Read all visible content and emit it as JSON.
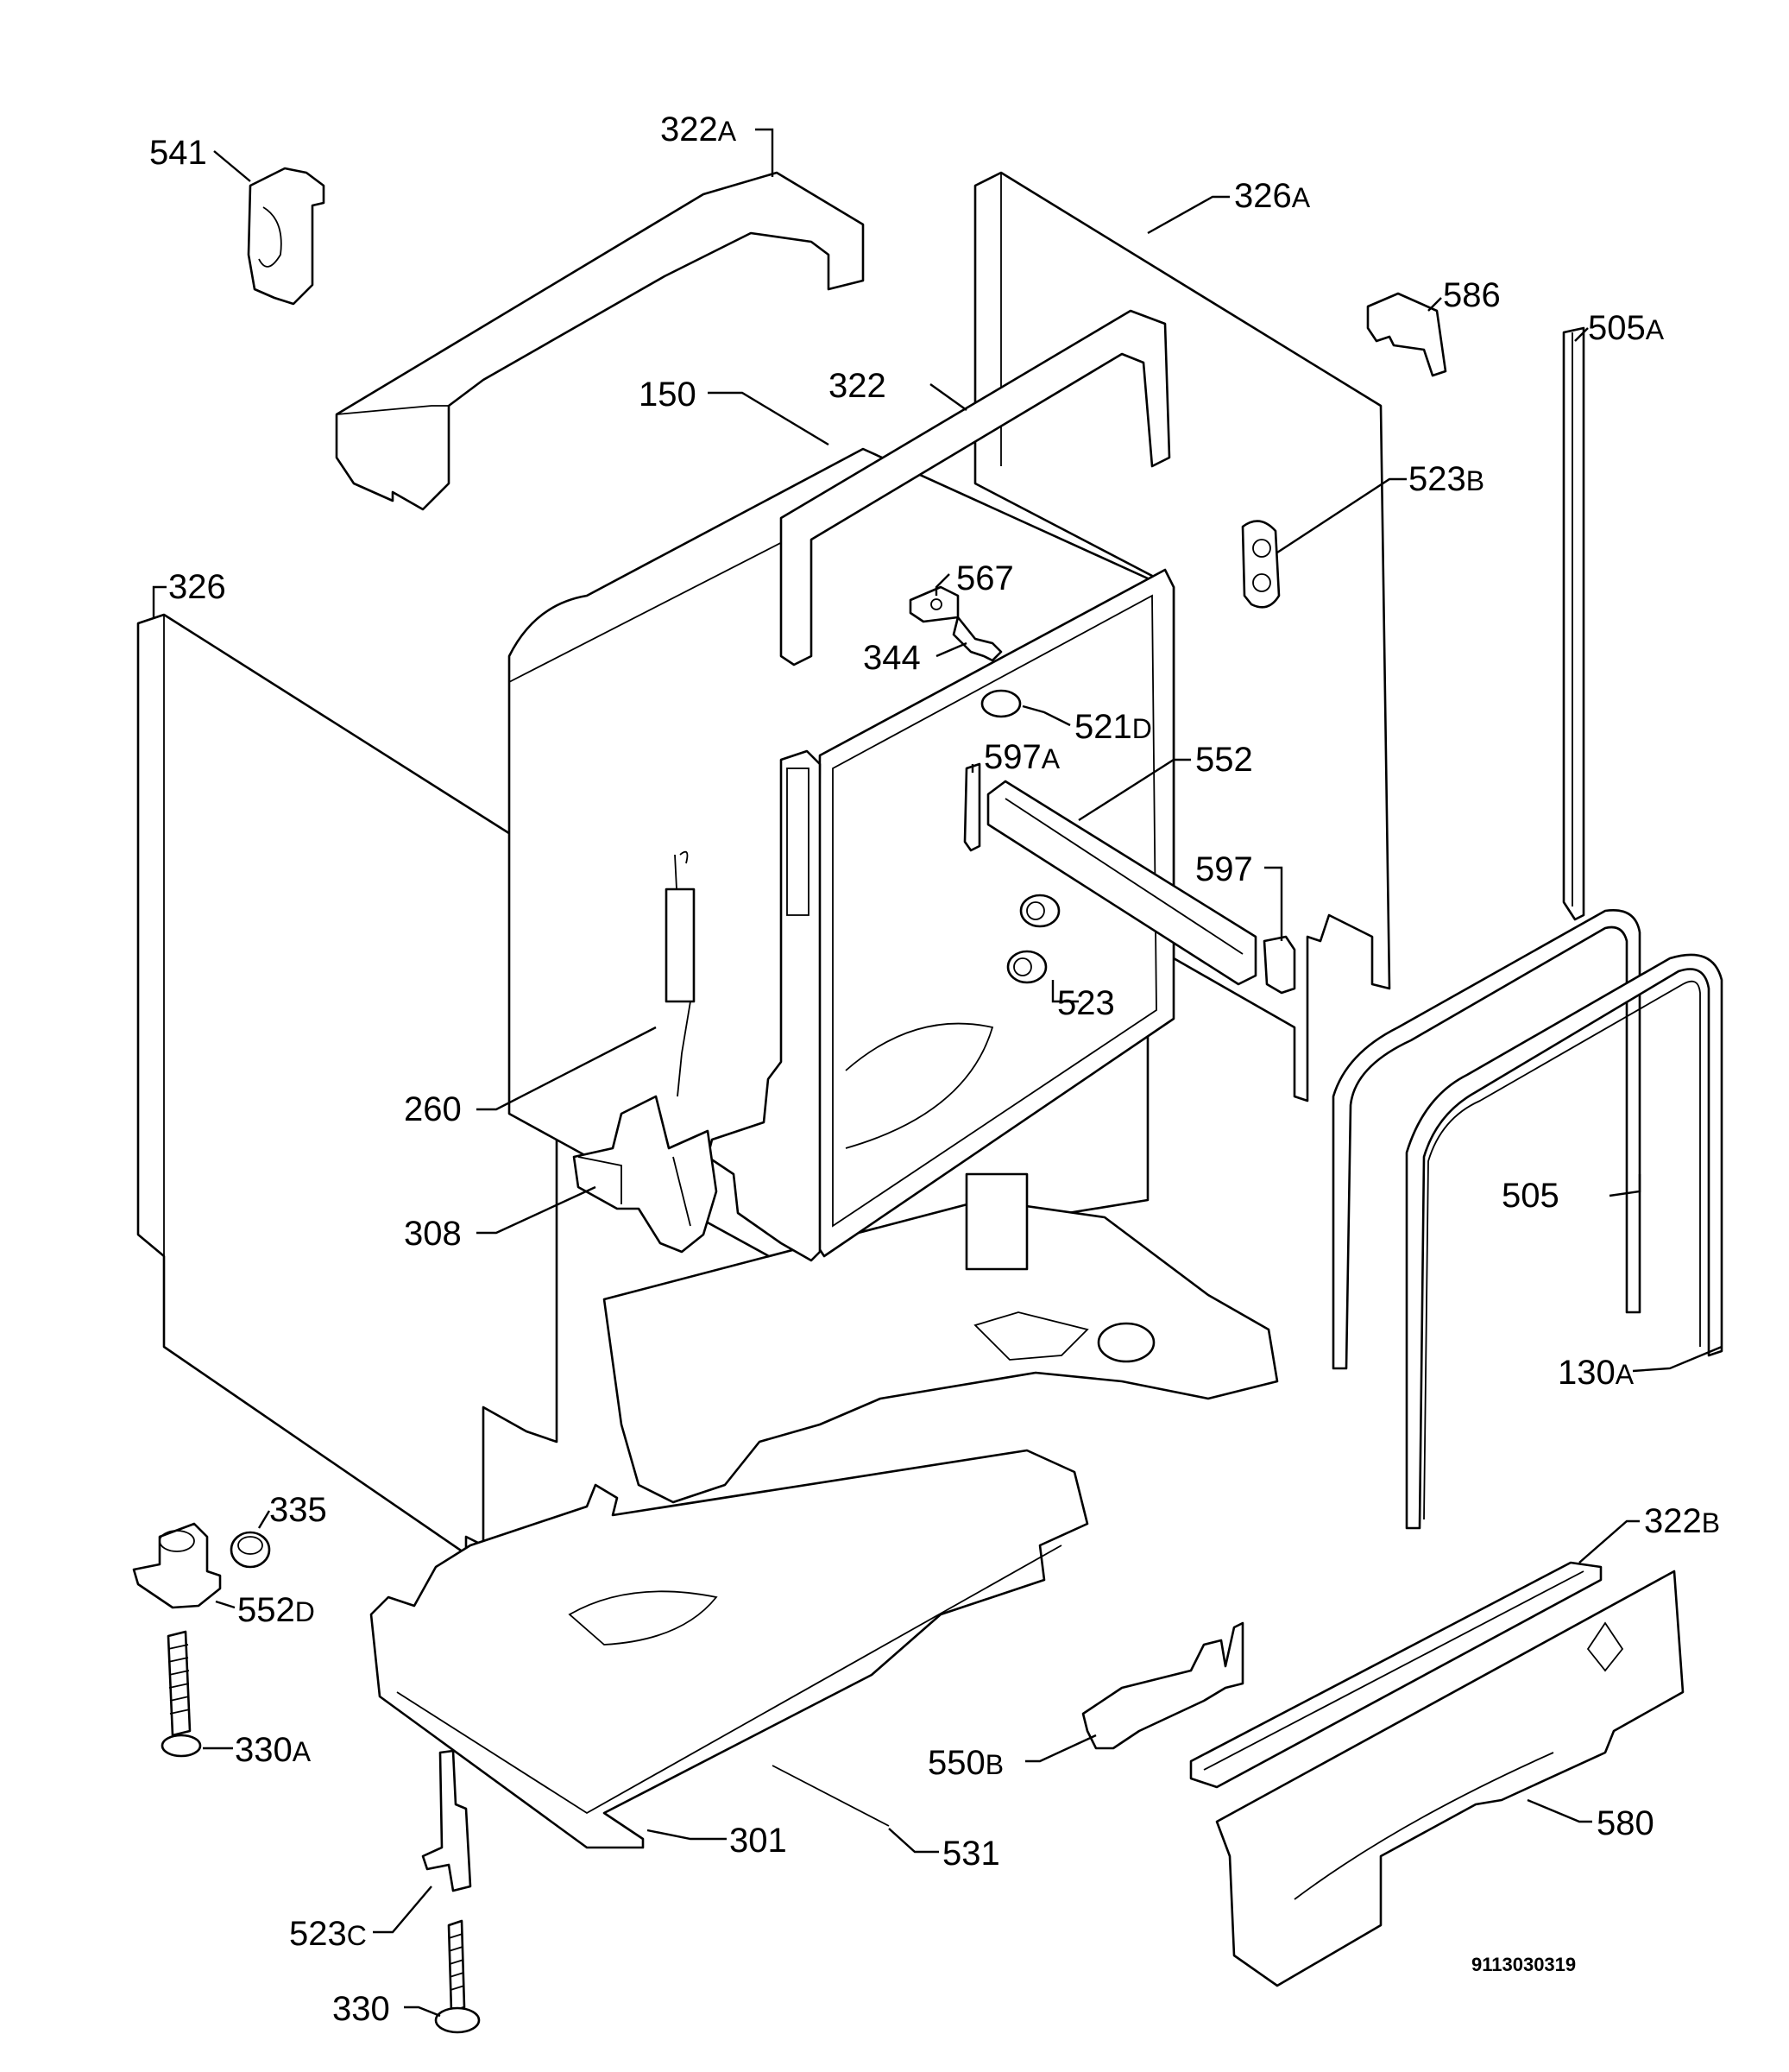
{
  "drawing_number": "9113030319",
  "callouts": [
    {
      "num": "541",
      "suffix": ""
    },
    {
      "num": "322",
      "suffix": "A"
    },
    {
      "num": "326",
      "suffix": "A"
    },
    {
      "num": "586",
      "suffix": ""
    },
    {
      "num": "505",
      "suffix": "A"
    },
    {
      "num": "150",
      "suffix": ""
    },
    {
      "num": "322",
      "suffix": ""
    },
    {
      "num": "523",
      "suffix": "B"
    },
    {
      "num": "326",
      "suffix": ""
    },
    {
      "num": "567",
      "suffix": ""
    },
    {
      "num": "344",
      "suffix": ""
    },
    {
      "num": "521",
      "suffix": "D"
    },
    {
      "num": "597",
      "suffix": "A"
    },
    {
      "num": "552",
      "suffix": ""
    },
    {
      "num": "597",
      "suffix": ""
    },
    {
      "num": "523",
      "suffix": ""
    },
    {
      "num": "260",
      "suffix": ""
    },
    {
      "num": "308",
      "suffix": ""
    },
    {
      "num": "505",
      "suffix": ""
    },
    {
      "num": "130",
      "suffix": "A"
    },
    {
      "num": "335",
      "suffix": ""
    },
    {
      "num": "552",
      "suffix": "D"
    },
    {
      "num": "322",
      "suffix": "B"
    },
    {
      "num": "330",
      "suffix": "A"
    },
    {
      "num": "550",
      "suffix": "B"
    },
    {
      "num": "580",
      "suffix": ""
    },
    {
      "num": "301",
      "suffix": ""
    },
    {
      "num": "531",
      "suffix": ""
    },
    {
      "num": "523",
      "suffix": "C"
    },
    {
      "num": "330",
      "suffix": ""
    }
  ]
}
